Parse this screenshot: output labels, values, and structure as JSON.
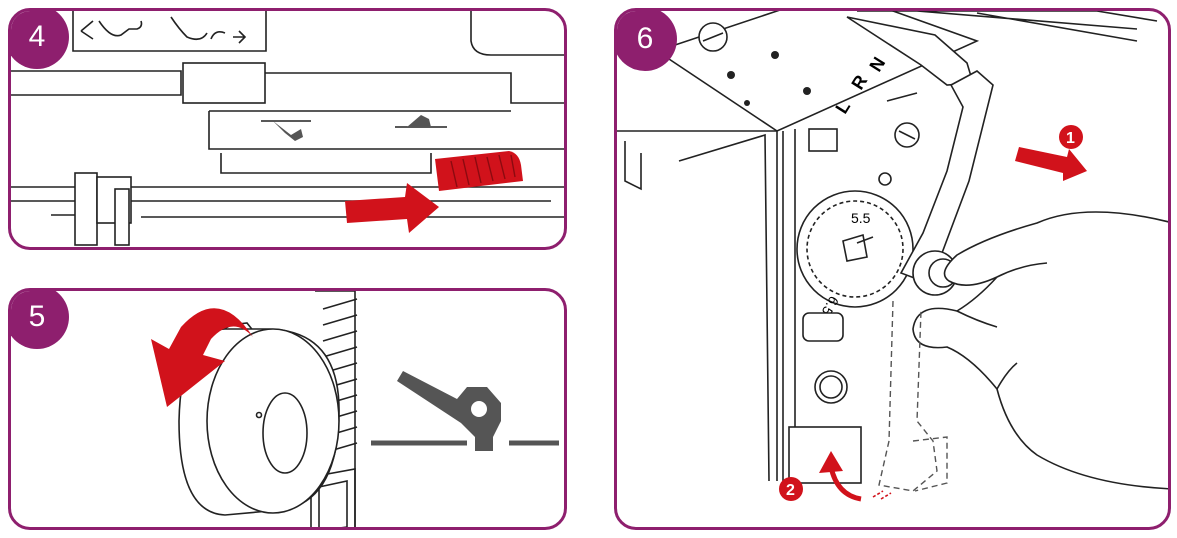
{
  "panels": [
    {
      "step": "4"
    },
    {
      "step": "5"
    },
    {
      "step": "6"
    }
  ],
  "dial": {
    "top_value": "5.5",
    "bottom_value": "6.5"
  },
  "plate_labels": {
    "left": "L",
    "middle": "R",
    "right": "N"
  },
  "callouts": {
    "first": "1",
    "second": "2"
  },
  "colors": {
    "frame": "#8e1f6e",
    "arrow": "#d1121b",
    "lever": "#555555"
  }
}
